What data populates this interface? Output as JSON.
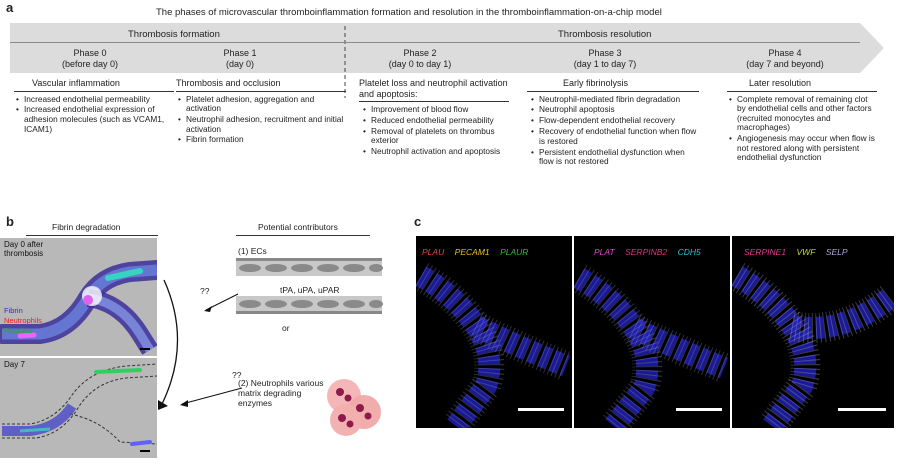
{
  "figure": {
    "panel_a": {
      "label": "a",
      "title": "The phases of microvascular thromboinflammation formation and resolution in the thromboinflammation-on-a-chip model",
      "band_left": "Thrombosis formation",
      "band_right": "Thrombosis resolution",
      "phases": [
        {
          "name": "Phase 0",
          "time": "(before day 0)",
          "heading": "Vascular inflammation",
          "items": [
            "Increased endothelial permeability",
            "Increased endothelial expression of adhesion molecules (such as VCAM1, ICAM1)"
          ]
        },
        {
          "name": "Phase 1",
          "time": "(day 0)",
          "heading": "Thrombosis and occlusion",
          "items": [
            "Platelet adhesion, aggregation and activation",
            "Neutrophil adhesion, recruitment and initial activation",
            "Fibrin formation"
          ]
        },
        {
          "name": "Phase 2",
          "time": "(day 0 to day 1)",
          "heading": "Platelet loss and neutrophil activation and apoptosis:",
          "items": [
            "Improvement of blood flow",
            "Reduced endothelial permeability",
            "Removal of platelets on thrombus exterior",
            "Neutrophil activation and apoptosis"
          ]
        },
        {
          "name": "Phase 3",
          "time": "(day 1 to day 7)",
          "heading": "Early fibrinolysis",
          "items": [
            "Neutrophil-mediated fibrin degradation",
            "Neutrophil apoptosis",
            "Flow-dependent endothelial recovery",
            "Recovery of endothelial function when flow is restored",
            "Persistent endothelial dysfunction when flow is not restored"
          ]
        },
        {
          "name": "Phase 4",
          "time": "(day 7 and beyond)",
          "heading": "Later resolution",
          "items": [
            "Complete removal of remaining clot by endothelial cells and other factors (recruited monocytes and macrophages)",
            "Angiogenesis may occur when flow is not restored along with persistent endothelial dysfunction"
          ]
        }
      ]
    },
    "panel_b": {
      "label": "b",
      "heading_left": "Fibrin degradation",
      "heading_right": "Potential contributors",
      "img1_title": "Day 0 after thrombosis",
      "legend": [
        "Fibrin",
        "Neutrophils",
        "Platelets"
      ],
      "img2_title": "Day 7",
      "contrib1": "(1) ECs",
      "enzymes": "tPA, uPA, uPAR",
      "or_text": "or",
      "contrib2": "(2) Neutrophils various matrix degrading enzymes",
      "q1": "??",
      "q2": "??"
    },
    "panel_c": {
      "label": "c",
      "images": [
        {
          "genes": [
            {
              "text": "PLAU",
              "color": "#e8403c"
            },
            {
              "text": "PECAM1",
              "color": "#e8c220"
            },
            {
              "text": "PLAUR",
              "color": "#38b83a"
            }
          ]
        },
        {
          "genes": [
            {
              "text": "PLAT",
              "color": "#e048d0"
            },
            {
              "text": "SERPINB2",
              "color": "#e0307a"
            },
            {
              "text": "CDH5",
              "color": "#30c0d8"
            }
          ]
        },
        {
          "genes": [
            {
              "text": "SERPINE1",
              "color": "#e03a8c"
            },
            {
              "text": "VWF",
              "color": "#c8d838"
            },
            {
              "text": "SELP",
              "color": "#b0a8d8"
            }
          ]
        }
      ]
    }
  }
}
